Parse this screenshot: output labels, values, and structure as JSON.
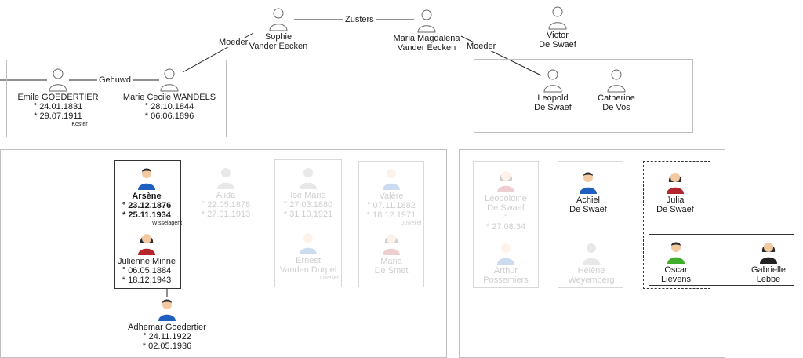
{
  "relations": {
    "sisters": "Zusters",
    "married": "Gehuwd",
    "mother_left": "Moeder",
    "mother_right": "Moeder"
  },
  "people": {
    "sophie": {
      "name1": "Sophie",
      "name2": "Vander Eecken"
    },
    "maria_magdalena": {
      "name1": "Maria Magdalena",
      "name2": "Vander Eecken"
    },
    "victor": {
      "name1": "Victor",
      "name2": "De Swaef"
    },
    "emile": {
      "name1": "Emile GOEDERTIER",
      "born": "° 24.01.1831",
      "died": "* 29.07.1911",
      "role": "Koster"
    },
    "marie_cecile": {
      "name1": "Marie Cecile WANDELS",
      "born": "° 28.10.1844",
      "died": "* 06.06.1896"
    },
    "leopold": {
      "name1": "Leopold",
      "name2": "De Swaef"
    },
    "catherine": {
      "name1": "Catherine",
      "name2": "De Vos"
    },
    "arsene": {
      "name1": "Arsène",
      "born": "° 23.12.1876",
      "died": "* 25.11.1934",
      "role": "Wisselagent"
    },
    "julienne": {
      "name1": "Julienne Minne",
      "born": "° 06.05.1884",
      "died": "* 18.12.1943"
    },
    "adhemar": {
      "name1": "Adhemar Goedertier",
      "born": "° 24.11.1922",
      "died": "* 02.05.1936"
    },
    "alida": {
      "name1": "Alida",
      "born": "° 22.05.1878",
      "died": "* 27.01.1913"
    },
    "ise_marie": {
      "name1": "Ise Marie",
      "born": "° 27.03.1880",
      "died": "* 31.10.1921"
    },
    "ernest": {
      "name1": "Ernest",
      "name2": "Vanden Durpel",
      "role": "Juwelier"
    },
    "valere": {
      "name1": "Valère",
      "born": "° 07.11.1882",
      "died": "* 18.12.1971",
      "role": "Juwelier"
    },
    "maria_desmet": {
      "name1": "Maria",
      "name2": "De Smet"
    },
    "leopoldine": {
      "name1": "Leopoldine",
      "name2": "De Swaef",
      "born": "°",
      "died": "* 27.08.34"
    },
    "arthur": {
      "name1": "Arthur",
      "name2": "Possemiers"
    },
    "achiel": {
      "name1": "Achiel",
      "name2": "De Swaef"
    },
    "helene": {
      "name1": "Hélène",
      "name2": "Weyemberg"
    },
    "julia": {
      "name1": "Julia",
      "name2": "De Swaef"
    },
    "oscar": {
      "name1": "Oscar",
      "name2": "Lievens"
    },
    "gabrielle": {
      "name1": "Gabrielle",
      "name2": "Lebbe"
    }
  },
  "colors": {
    "outline_icon": "#666666",
    "male_shirt": "#1f5fbf",
    "female_shirt": "#b3262d",
    "oscar_shirt": "#3fae2a",
    "gabrielle_shirt": "#222222",
    "hair_dark": "#2b2b2b",
    "skin": "#f2c9a0"
  }
}
